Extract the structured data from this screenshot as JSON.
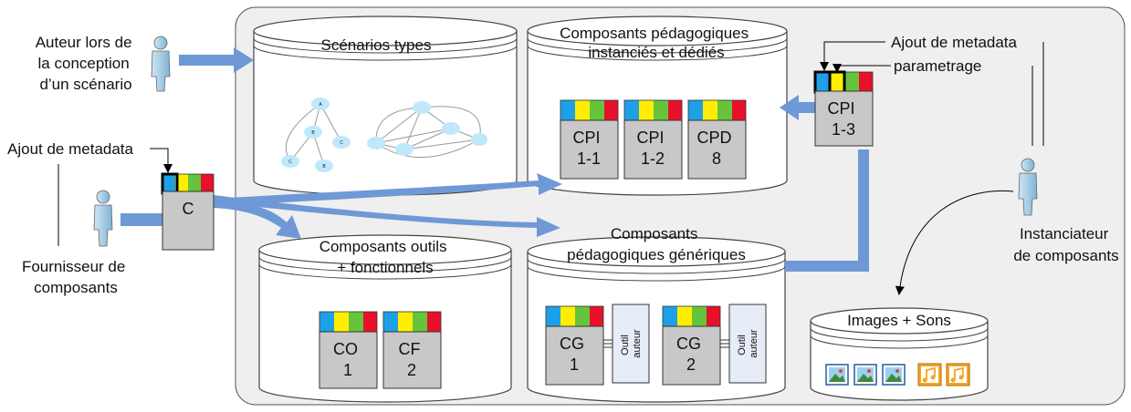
{
  "actors": {
    "auteur": [
      "Auteur lors de",
      "la conception",
      "d’un scénario"
    ],
    "fournisseur": [
      "Fournisseur de",
      "composants"
    ],
    "instanciateur": [
      "Instanciateur",
      "de composants"
    ]
  },
  "annotations": {
    "ajout_metadata_left": "Ajout de metadata",
    "ajout_metadata_right": "Ajout de metadata",
    "parametrage": "parametrage"
  },
  "databases": {
    "scenarios": {
      "title": [
        "Scénarios types"
      ]
    },
    "cpi": {
      "title": [
        "Composants pédagogiques",
        "instanciés et dédiés"
      ]
    },
    "outils": {
      "title": [
        "Composants outils",
        "+ fonctionnels"
      ]
    },
    "generiques": {
      "title": [
        "Composants",
        "pédagogiques génériques"
      ]
    },
    "media": {
      "title": [
        "Images + Sons"
      ]
    }
  },
  "components": {
    "c": [
      "C"
    ],
    "cpi13": [
      "CPI",
      "1-3"
    ],
    "cpi11": [
      "CPI",
      "1-1"
    ],
    "cpi12": [
      "CPI",
      "1-2"
    ],
    "cpd8": [
      "CPD",
      "8"
    ],
    "co1": [
      "CO",
      "1"
    ],
    "cf2": [
      "CF",
      "2"
    ],
    "cg1": [
      "CG",
      "1"
    ],
    "cg2": [
      "CG",
      "2"
    ]
  },
  "outil_auteur": [
    "Outil",
    "auteur"
  ],
  "graph_node_labels": {
    "graph1": [
      "A",
      "B",
      "C",
      "C",
      "B"
    ]
  },
  "colors": {
    "strip": [
      "#1ea0e6",
      "#ffee00",
      "#66c43c",
      "#e8102a"
    ],
    "arrow": "#6f98d6",
    "component_fill": "#c8c8c8",
    "panel_fill": "#efefef",
    "node_fill": "#bfe9fb",
    "outil_fill": "#e6ecf8"
  },
  "icons": [
    "person-icon",
    "image-icon",
    "music-note-icon"
  ]
}
